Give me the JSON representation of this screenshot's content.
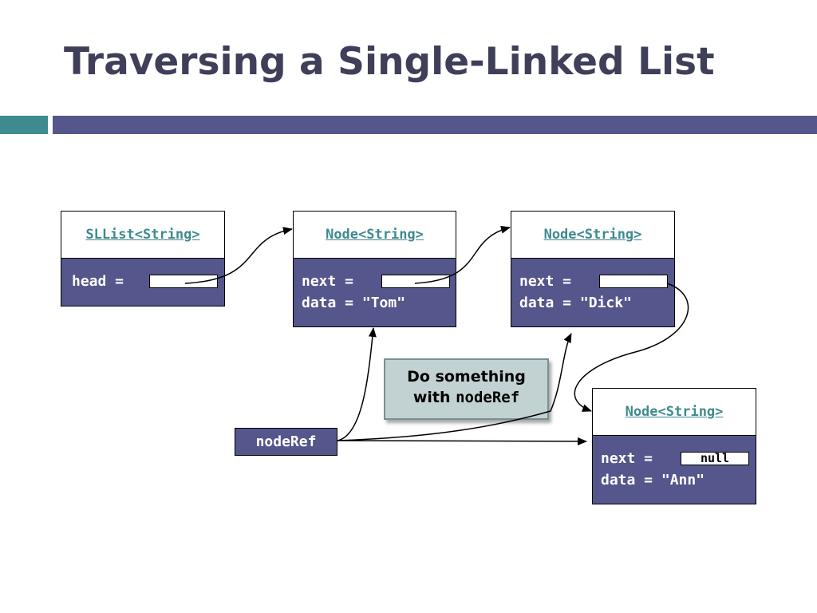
{
  "slide": {
    "title": "Traversing a Single-Linked List"
  },
  "list": {
    "header": "SLList<String>",
    "head_label": "head = "
  },
  "nodes": [
    {
      "header": "Node<String>",
      "next_label": "next = ",
      "data_label": "data = \"Tom\""
    },
    {
      "header": "Node<String>",
      "next_label": "next = ",
      "data_label": "data = \"Dick\""
    },
    {
      "header": "Node<String>",
      "next_label": "next = ",
      "next_value": "null",
      "data_label": "data = \"Ann\""
    }
  ],
  "noderef": {
    "label": "nodeRef"
  },
  "callout": {
    "line1": "Do something",
    "line2_prefix": "with ",
    "line2_code": "nodeRef"
  },
  "colors": {
    "title": "#3f3f5a",
    "teal_accent": "#3e8a8f",
    "purple_fill": "#55568b",
    "callout_fill": "#c2d1d1"
  }
}
